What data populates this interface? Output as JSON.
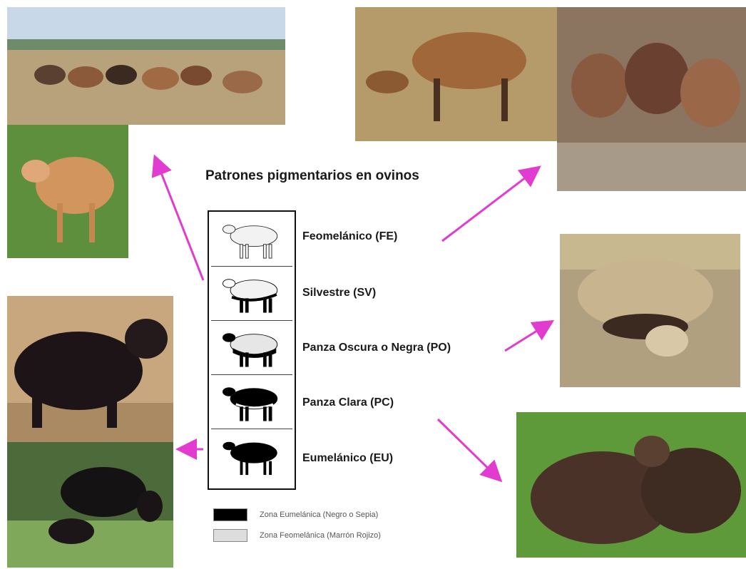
{
  "title": "Patrones pigmentarios en ovinos",
  "patterns": [
    {
      "label": "Feomelánico (FE)",
      "code": "FE"
    },
    {
      "label": "Silvestre (SV)",
      "code": "SV"
    },
    {
      "label": "Panza Oscura o Negra (PO)",
      "code": "PO"
    },
    {
      "label": "Panza Clara (PC)",
      "code": "PC"
    },
    {
      "label": "Eumelánico (EU)",
      "code": "EU"
    }
  ],
  "legend": [
    {
      "text": "Zona Eumelánica (Negro o Sepia)",
      "color": "#000000"
    },
    {
      "text": "Zona Feomelánica (Marrón Rojizo)",
      "color": "#dddddd"
    }
  ],
  "colors": {
    "arrow": "#e23bd0"
  }
}
